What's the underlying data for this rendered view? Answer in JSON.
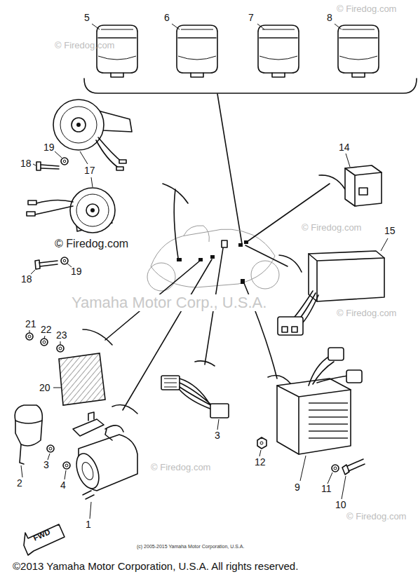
{
  "diagram": {
    "labels": [
      "© Firedog.com",
      "5",
      "6",
      "7",
      "© Firedog.com",
      "8",
      "19",
      "18",
      "14",
      "17",
      "15",
      "© Firedog.com",
      "© Firedog.com",
      "19",
      "18",
      "Yamaha Motor Corp., U.S.A.",
      "© Firedog.com",
      "21",
      "22",
      "23",
      "20",
      "3",
      "© Firedog.com",
      "© Firedog.com",
      "12",
      "3",
      "2",
      "4",
      "9",
      "11",
      "10",
      "1",
      "FWD",
      "(c) 2005-2015 Yamaha Motor Corporation, U.S.A.",
      "©2013 Yamaha Motor Corporation, U.S.A. All rights reserved."
    ]
  }
}
